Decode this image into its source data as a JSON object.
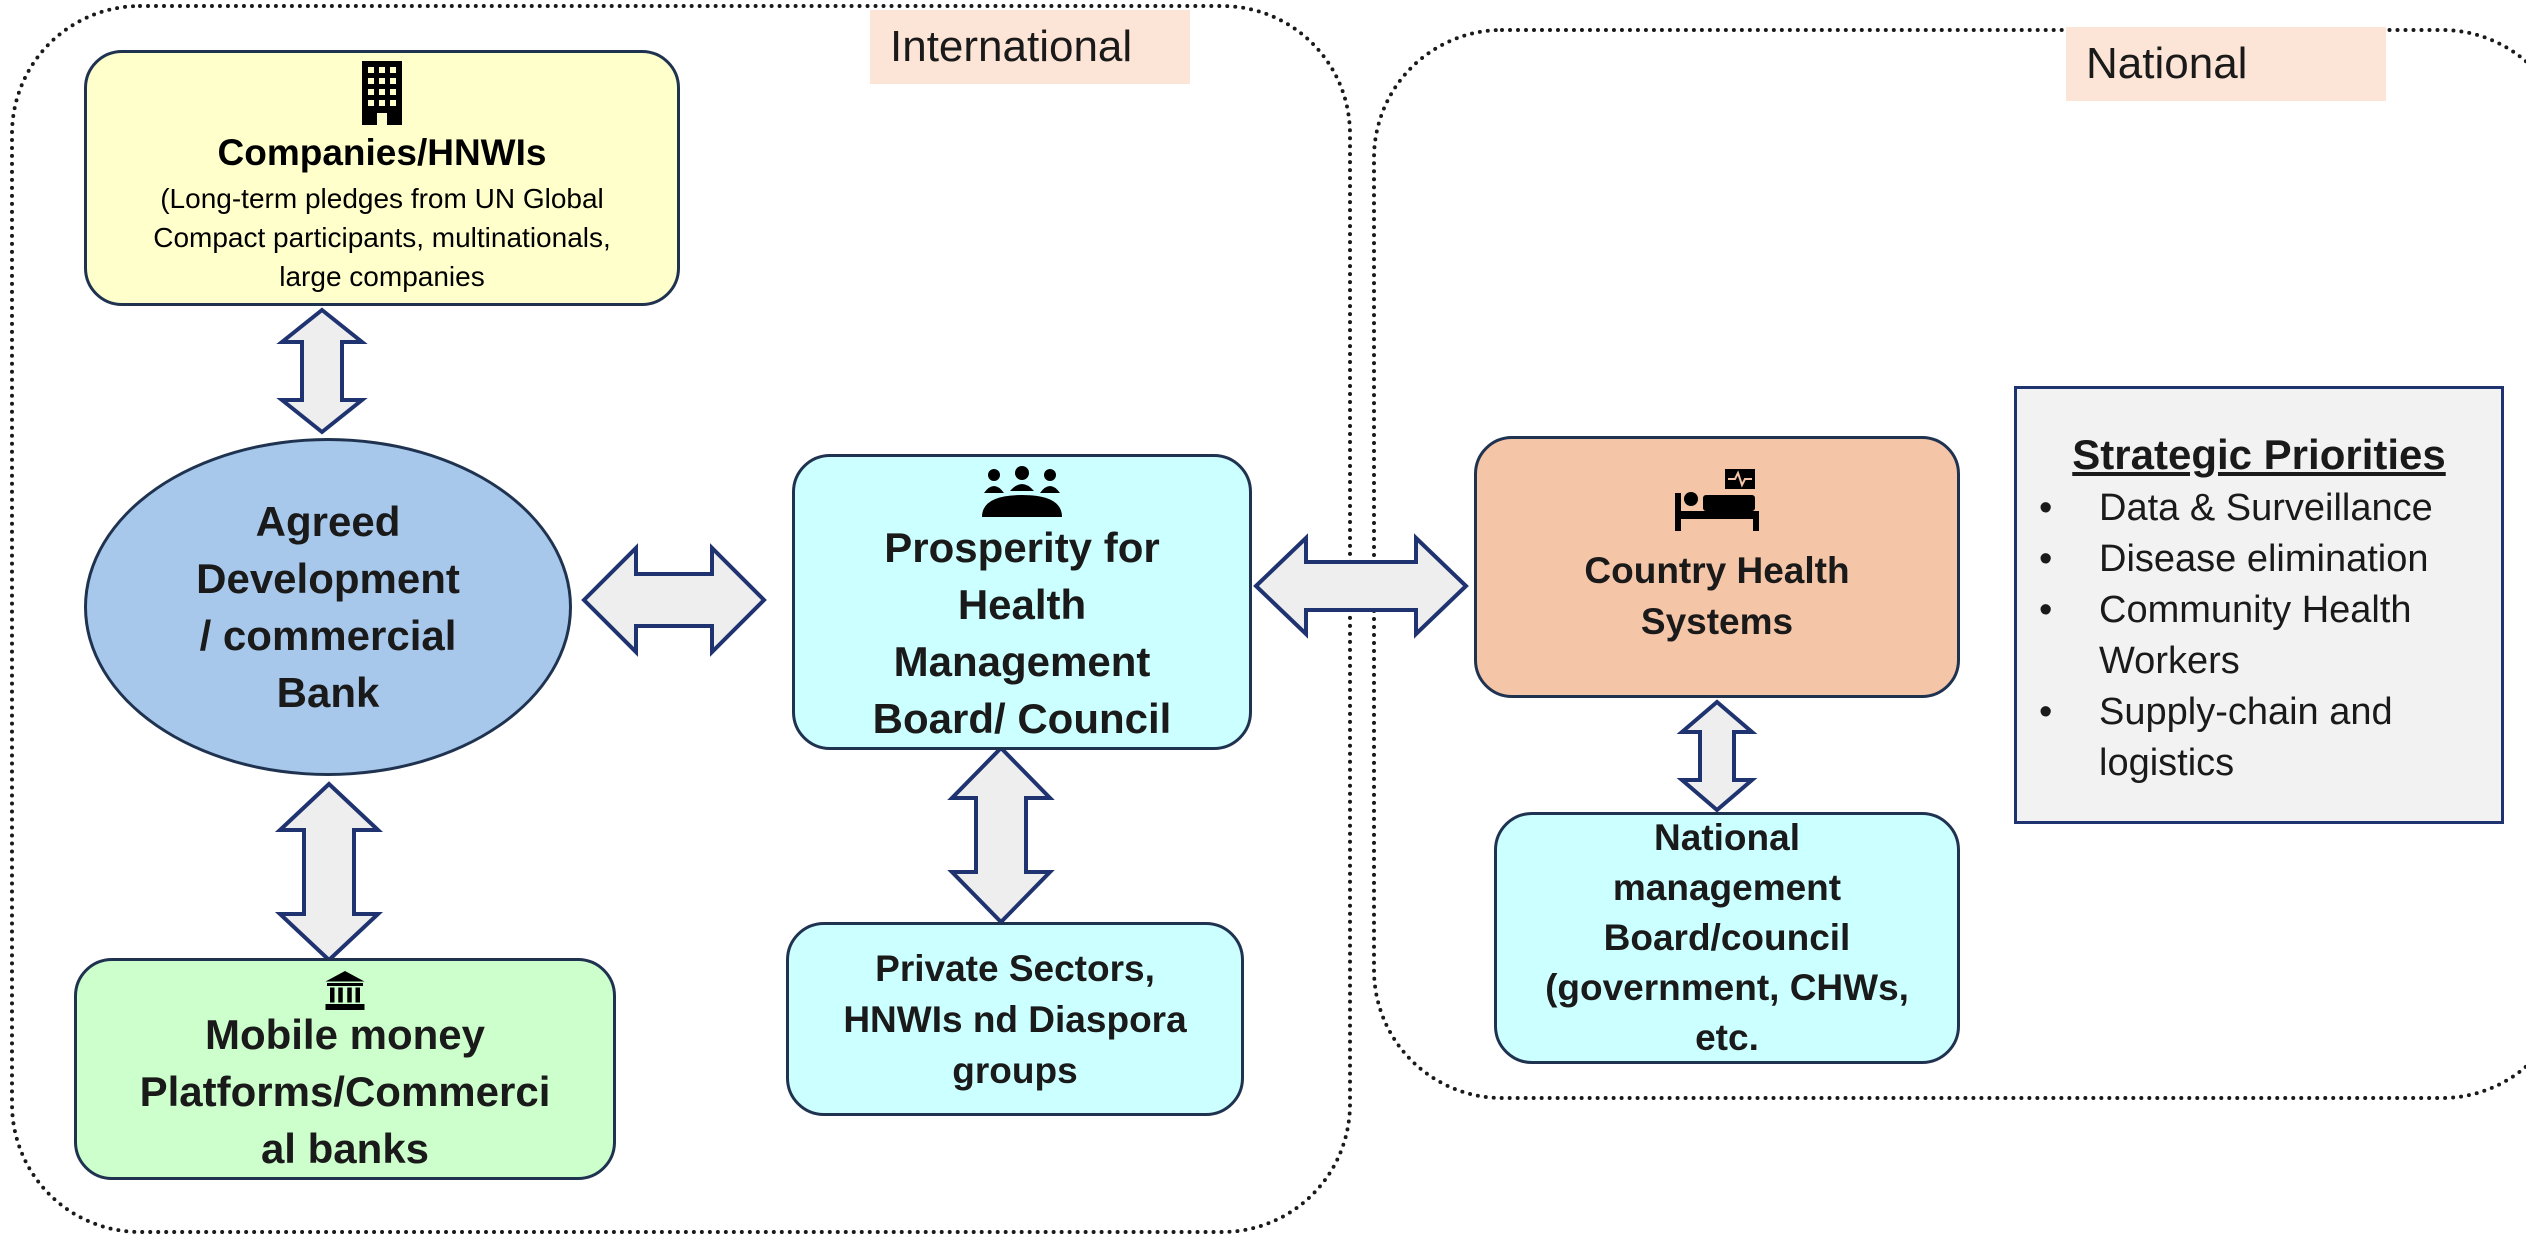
{
  "regions": {
    "international": "International",
    "national": "National"
  },
  "nodes": {
    "companies": {
      "title": "Companies/HNWIs",
      "detail_lines": [
        "(Long-term pledges from UN Global",
        "Compact participants, multinationals,",
        "large companies"
      ],
      "icon": "office-building-icon"
    },
    "bank": {
      "lines": [
        "Agreed",
        "Development",
        "/ commercial",
        "Bank"
      ]
    },
    "mobile": {
      "lines": [
        "Mobile money",
        "Platforms/Commerci",
        "al banks"
      ],
      "icon": "bank-building-icon"
    },
    "prosperity": {
      "lines": [
        "Prosperity for",
        "Health",
        "Management",
        "Board/ Council"
      ],
      "icon": "people-meeting-icon"
    },
    "private": {
      "lines": [
        "Private Sectors,",
        "HNWIs nd Diaspora",
        "groups"
      ]
    },
    "country": {
      "lines": [
        "Country Health",
        "Systems"
      ],
      "icon": "hospital-bed-icon"
    },
    "national_board": {
      "lines": [
        "National",
        "management",
        "Board/council",
        "(government, CHWs,",
        "etc."
      ]
    }
  },
  "strategic_priorities": {
    "title": "Strategic Priorities",
    "items": [
      [
        "Data & Surveillance"
      ],
      [
        "Disease elimination"
      ],
      [
        "Community Health",
        "Workers"
      ],
      [
        "Supply-chain and",
        "logistics"
      ]
    ]
  },
  "colors": {
    "yellow_box": "#ffffcc",
    "blue_ellipse": "#a7c8eb",
    "green_box": "#ccffcc",
    "cyan_box": "#ccffff",
    "salmon_box": "#f5c5a8",
    "region_label_bg": "#fce4d6",
    "outline": "#1f3350"
  }
}
